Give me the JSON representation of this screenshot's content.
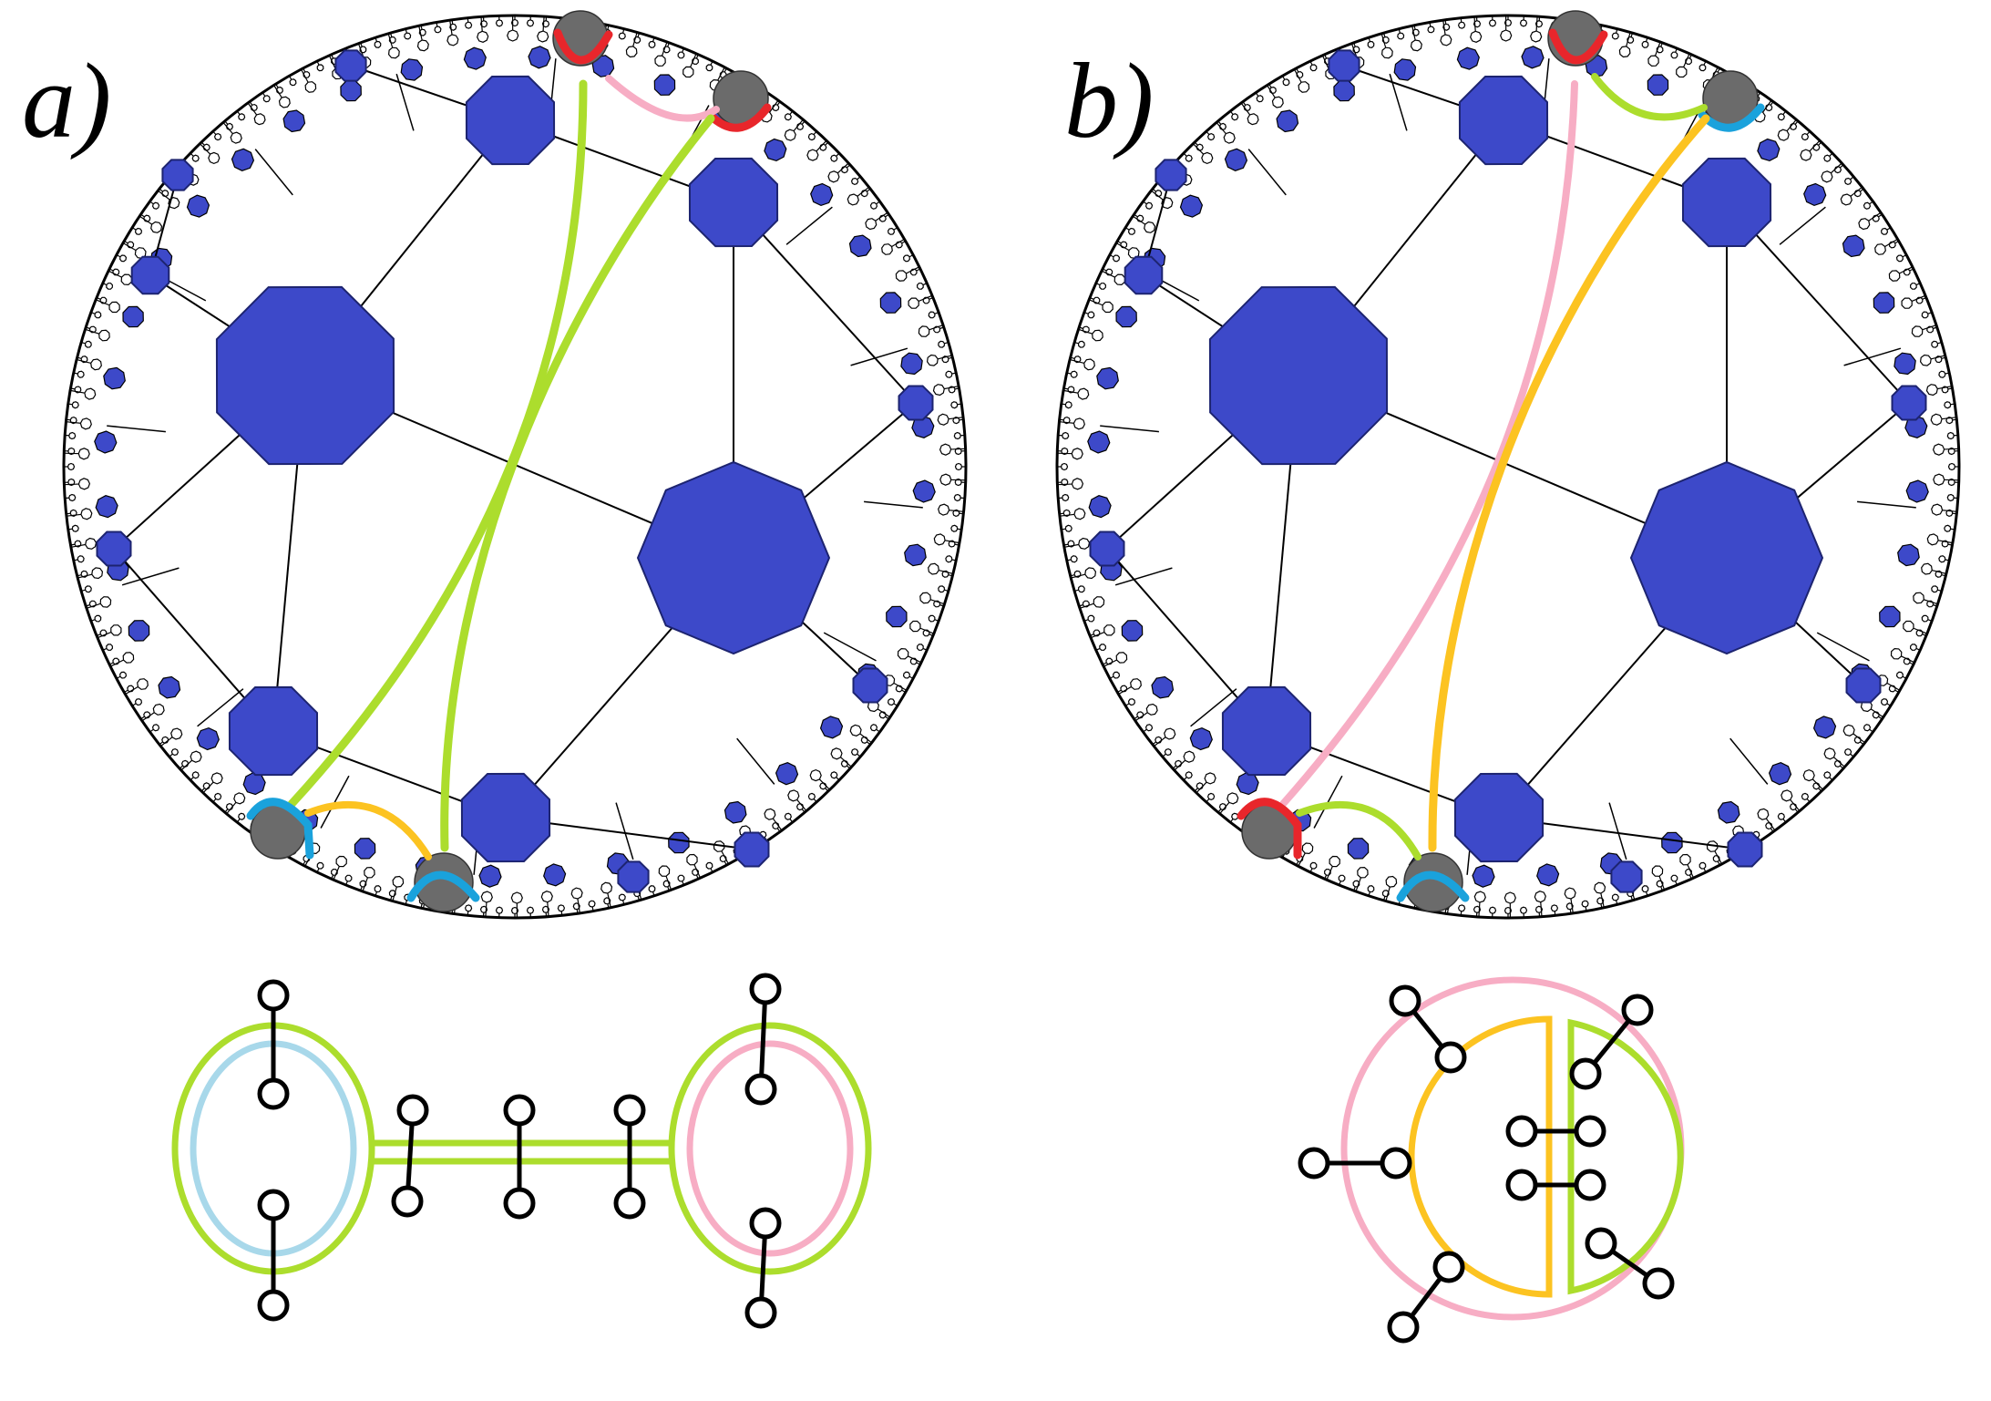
{
  "panels": [
    {
      "id": "a",
      "label": "a)"
    },
    {
      "id": "b",
      "label": "b)"
    }
  ],
  "colors": {
    "tile_fill": "#3d49c9",
    "tile_stroke": "#1d2470",
    "edge": "#000000",
    "boundary_region": "#6b6b6b",
    "red": "#e8262b",
    "light_pink": "#f7adc4",
    "lime_green": "#acdd2d",
    "light_blue": "#1aa2dc",
    "pale_blue": "#a8d8ea",
    "yellow_orange": "#fcc321",
    "node_stroke": "#000000"
  },
  "diagram_a": {
    "description_icons": [
      "hyperbolic-disk",
      "geodesic-curves",
      "boundary-regions"
    ],
    "bottom_graph": "two-loop-chain"
  },
  "diagram_b": {
    "description_icons": [
      "hyperbolic-disk",
      "geodesic-curves",
      "boundary-regions"
    ],
    "bottom_graph": "nested-circle"
  }
}
